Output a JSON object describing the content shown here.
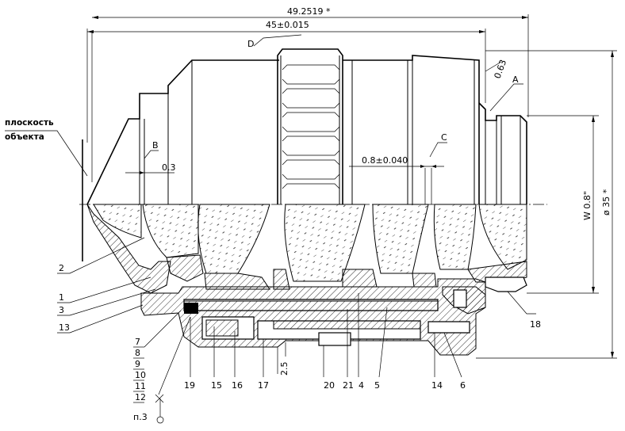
{
  "dimensions": {
    "overall_length": "49.2519 *",
    "barrel_length": "45±0.015",
    "front_offset": "0.3",
    "spacing": "0.8±0.040",
    "diameter": "ø 35 *",
    "thread": "W 0.8\"",
    "chamfer": "0.63",
    "step": "2.5"
  },
  "datums": {
    "a": "A",
    "b": "B",
    "c": "C",
    "d": "D"
  },
  "object_plane_label": {
    "line1": "плоскость",
    "line2": "объекта"
  },
  "part_numbers": {
    "left": [
      "2",
      "1",
      "3",
      "13"
    ],
    "stack": [
      "7",
      "8",
      "9",
      "10",
      "11",
      "12"
    ],
    "bottom": [
      "19",
      "15",
      "16",
      "17",
      "20",
      "21",
      "4",
      "5",
      "14",
      "6"
    ],
    "right": "18",
    "note": "п.3"
  }
}
